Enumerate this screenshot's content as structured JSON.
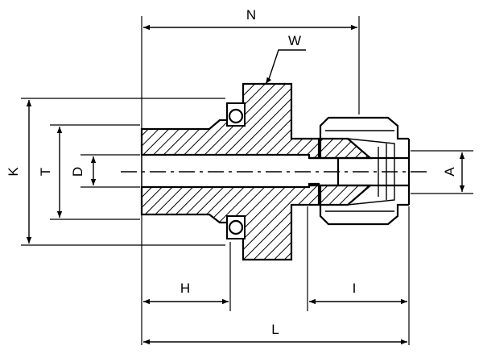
{
  "labels": {
    "N": "N",
    "W": "W",
    "K": "K",
    "T": "T",
    "D": "D",
    "A": "A",
    "H": "H",
    "I": "I",
    "L": "L"
  }
}
